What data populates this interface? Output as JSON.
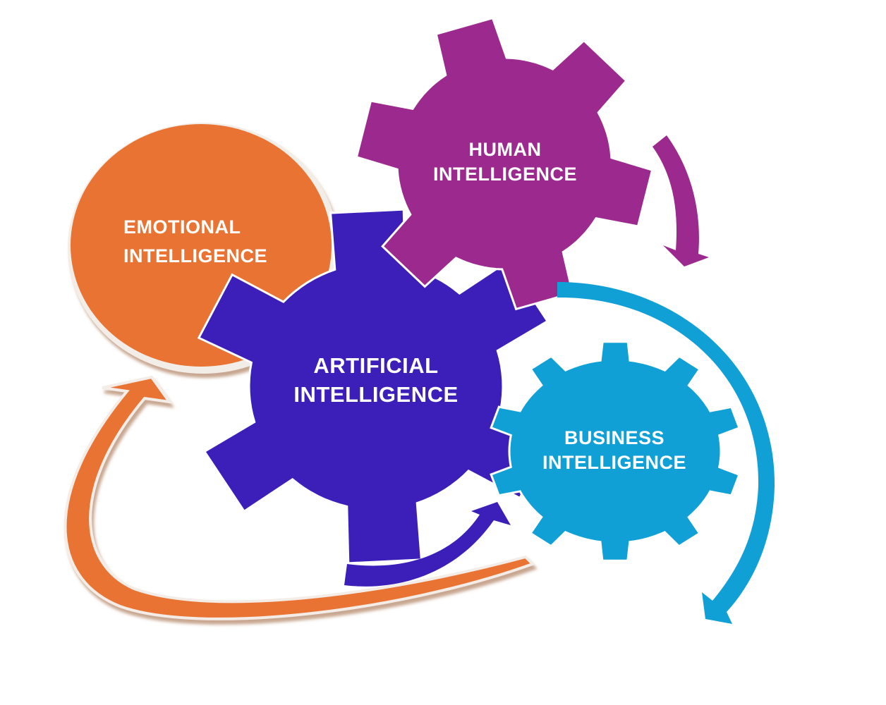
{
  "nodes": {
    "human": {
      "line1": "HUMAN",
      "line2": "INTELLIGENCE",
      "color": "#9C2A8E"
    },
    "emotional": {
      "line1": "EMOTIONAL",
      "line2": "INTELLIGENCE",
      "color": "#E87333"
    },
    "artificial": {
      "line1": "ARTIFICIAL",
      "line2": "INTELLIGENCE",
      "color": "#3C1FB8"
    },
    "business": {
      "line1": "BUSINESS",
      "line2": "INTELLIGENCE",
      "color": "#11A0D6"
    }
  }
}
